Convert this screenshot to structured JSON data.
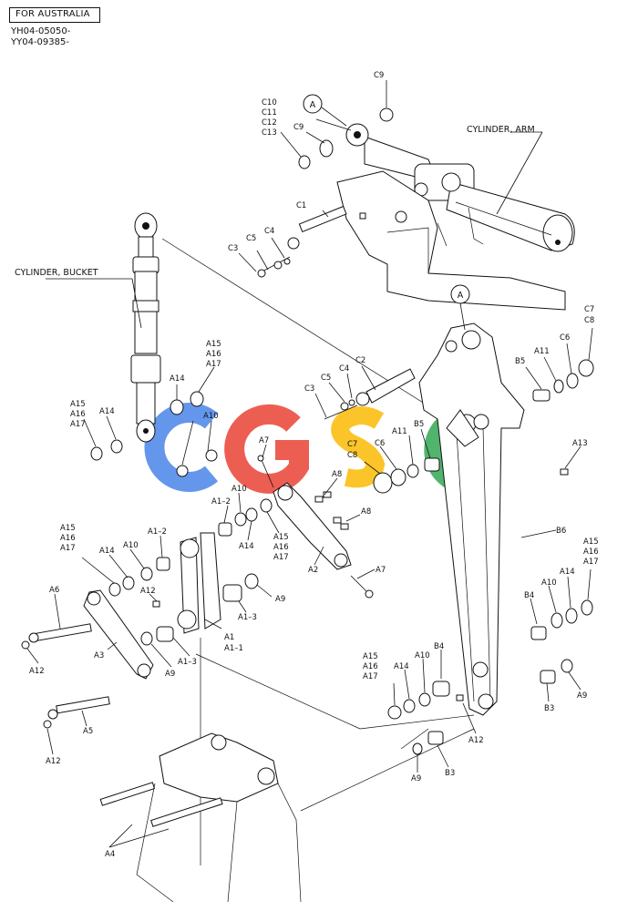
{
  "header": {
    "region": "FOR AUSTRALIA",
    "serial_1": "YH04-05050-",
    "serial_2": "YY04-09385-"
  },
  "titles": {
    "cylinder_arm": "CYLINDER, ARM",
    "cylinder_bucket": "CYLINDER, BUCKET",
    "ref_a": "A"
  },
  "callouts": {
    "c9_top": "C9",
    "c10_group": [
      "C10",
      "C11",
      "C12",
      "C13"
    ],
    "c9_mid": "C9",
    "c1": "C1",
    "c4": "C4",
    "c5": "C5",
    "c3": "C3",
    "c7_group": [
      "C7",
      "C8"
    ],
    "c6_right": "C6",
    "a11_right": "A11",
    "b5_right": "B5",
    "c2": "C2",
    "c4_mid": "C4",
    "c5_mid": "C5",
    "c3_mid": "C3",
    "a15_top": [
      "A15",
      "A16",
      "A17"
    ],
    "a14_top": "A14",
    "a15_left": [
      "A15",
      "A16",
      "A17"
    ],
    "a14_left": "A14",
    "a10_top": "A10",
    "a11_mid": "A11",
    "b5_mid": "B5",
    "a13": "A13",
    "a7_top": "A7",
    "a8_top": "A8",
    "c7_mid": [
      "C7",
      "C8"
    ],
    "c6_mid": "C6",
    "a8_mid": "A8",
    "a10_mid": "A10",
    "a1_2_upper": "A1–2",
    "a14_mid": "A14",
    "a15_mid": [
      "A15",
      "A16",
      "A17"
    ],
    "a2": "A2",
    "a7_low": "A7",
    "a15_lower_left": [
      "A15",
      "A16",
      "A17"
    ],
    "a14_lower_left": "A14",
    "a10_lower_left": "A10",
    "a1_2_lower": "A1–2",
    "a12_mid": "A12",
    "a6": "A6",
    "a9_mid": "A9",
    "a1_3_right": "A1–3",
    "a3": "A3",
    "a1_group": [
      "A1",
      "A1–1"
    ],
    "a1_3_low": "A1–3",
    "a9_low": "A9",
    "a12_left": "A12",
    "a5": "A5",
    "a12_low": "A12",
    "b6": "B6",
    "a15_right": [
      "A15",
      "A16",
      "A17"
    ],
    "a14_right": "A14",
    "a10_right": "A10",
    "b4_right": "B4",
    "a15_low_right": [
      "A15",
      "A16",
      "A17"
    ],
    "a14_low_right": "A14",
    "a10_low_right": "A10",
    "b4_low": "B4",
    "a12_right": "A12",
    "b3_right": "B3",
    "a9_right": "A9",
    "a9_bottom": "A9",
    "b3_bottom": "B3",
    "a4": "A4"
  },
  "watermark": {
    "letters": [
      "C",
      "G",
      "S",
      "C"
    ],
    "colors": [
      "#4a86e8",
      "#ea4335",
      "#fbbc05",
      "#34a853"
    ]
  }
}
